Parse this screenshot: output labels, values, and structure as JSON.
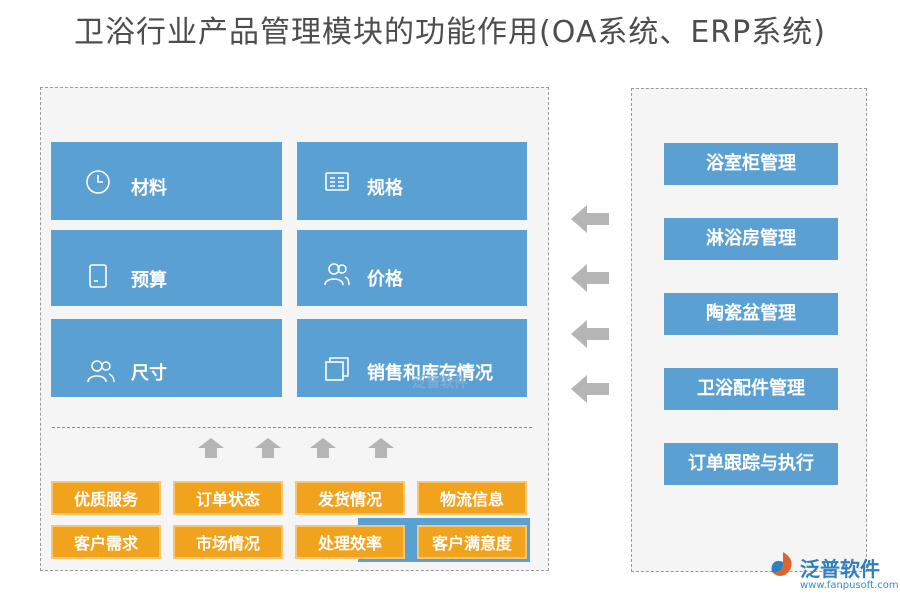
{
  "title": "卫浴行业产品管理模块的功能作用(OA系统、ERP系统)",
  "modules": [
    {
      "label": "材料",
      "icon": "clock-icon"
    },
    {
      "label": "规格",
      "icon": "spec-sheet-icon"
    },
    {
      "label": "预算",
      "icon": "tablet-icon"
    },
    {
      "label": "价格",
      "icon": "users-icon"
    },
    {
      "label": "尺寸",
      "icon": "people-icon"
    },
    {
      "label": "销售和库存情况",
      "icon": "files-icon"
    }
  ],
  "factors": {
    "row1": [
      "优质服务",
      "订单状态",
      "发货情况",
      "物流信息"
    ],
    "row2": [
      "客户需求",
      "市场情况",
      "处理效率",
      "客户满意度"
    ]
  },
  "management": [
    "浴室柜管理",
    "淋浴房管理",
    "陶瓷盆管理",
    "卫浴配件管理",
    "订单跟踪与执行"
  ],
  "watermark": {
    "inline": "泛普软件",
    "name": "泛普软件",
    "url": "www.fanpusoft.com"
  },
  "colors": {
    "module_blue": "#5ba0d3",
    "factor_orange": "#f2a31e",
    "arrow_gray": "#b5b5b5"
  }
}
